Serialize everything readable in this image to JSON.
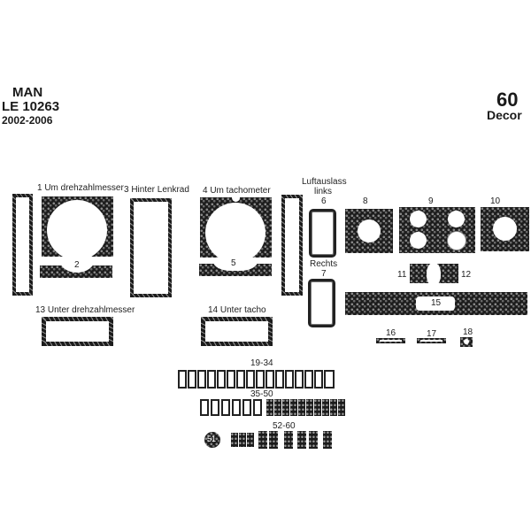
{
  "header": {
    "brand": "MAN",
    "model": "LE 10263",
    "years": "2002-2006",
    "count": "60",
    "count_label": "Decor"
  },
  "parts": {
    "p1": "1  Um drehzahlmesser",
    "p2": "2",
    "p3": "3  Hinter Lenkrad",
    "p4": "4  Um tachometer",
    "p5": "5",
    "p6_title": "Luftauslass",
    "p6_sub": "links",
    "p6": "6",
    "p7_title": "Rechts",
    "p7": "7",
    "p8": "8",
    "p9": "9",
    "p10": "10",
    "p11": "11",
    "p12": "12",
    "p13": "13  Unter drehzahlmesser",
    "p14": "14  Unter tacho",
    "p15": "15",
    "p16": "16",
    "p17": "17",
    "p18": "18",
    "g19_34": "19-34",
    "g35_50": "35-50",
    "p51": "51",
    "g52_60": "52-60"
  },
  "colors": {
    "carbon": "#1c1c1c",
    "weave": "#8a8a8a",
    "background": "#ffffff"
  }
}
